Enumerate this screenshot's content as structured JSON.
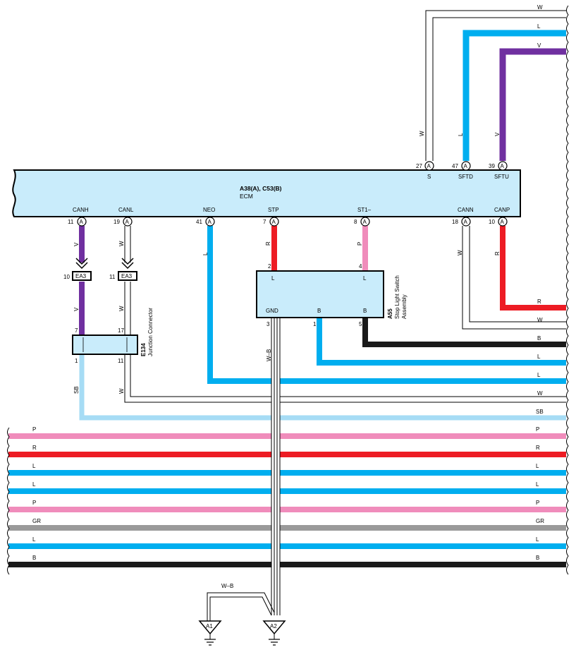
{
  "colors": {
    "V": "#7030a0",
    "L": "#00aeef",
    "R": "#ed1c24",
    "P": "#f08cbb",
    "GR": "#9a9a9a",
    "B": "#1a1a1a",
    "SB": "#a6dcf5",
    "W": "#ffffff",
    "component_fill": "#c9ecfb"
  },
  "ecm": {
    "code": "A38(A), C53(B)",
    "name": "ECM",
    "top_pins": [
      {
        "num": "27",
        "conn": "A",
        "name": "S",
        "wire": "W"
      },
      {
        "num": "47",
        "conn": "A",
        "name": "SFTD",
        "wire": "L"
      },
      {
        "num": "39",
        "conn": "A",
        "name": "SFTU",
        "wire": "V"
      }
    ],
    "bottom_pins": [
      {
        "num": "11",
        "conn": "A",
        "name": "CANH",
        "wire": "V"
      },
      {
        "num": "19",
        "conn": "A",
        "name": "CANL",
        "wire": "W"
      },
      {
        "num": "41",
        "conn": "A",
        "name": "NEO",
        "wire": "L"
      },
      {
        "num": "7",
        "conn": "A",
        "name": "STP",
        "wire": "R"
      },
      {
        "num": "8",
        "conn": "A",
        "name": "ST1–",
        "wire": "P"
      },
      {
        "num": "18",
        "conn": "A",
        "name": "CANN",
        "wire": "W"
      },
      {
        "num": "10",
        "conn": "A",
        "name": "CANP",
        "wire": "R"
      }
    ]
  },
  "ea3": [
    {
      "pin": "10",
      "label": "EA3",
      "wire_below": "V"
    },
    {
      "pin": "11",
      "label": "EA3",
      "wire_below": "W"
    }
  ],
  "e134": {
    "code": "E134",
    "name": "Junction Connector",
    "pins": [
      "7",
      "17",
      "1",
      "11"
    ],
    "wires_below": [
      "SB",
      "W"
    ]
  },
  "a55": {
    "code": "A55",
    "name_line1": "Stop Light Switch",
    "name_line2": "Assembly",
    "pins_in": [
      {
        "num": "2",
        "name": "L"
      },
      {
        "num": "4",
        "name": "L"
      }
    ],
    "pins_out": [
      {
        "num": "3",
        "name": "GND"
      },
      {
        "num": "1",
        "name": "B"
      },
      {
        "num": "5",
        "name": "B"
      }
    ],
    "gnd_wire": "W–B"
  },
  "right_labels_top": [
    "W",
    "L",
    "V"
  ],
  "right_labels_mid": [
    "R",
    "W",
    "B",
    "L",
    "L",
    "W",
    "SB"
  ],
  "bus": [
    {
      "color": "P"
    },
    {
      "color": "R"
    },
    {
      "color": "L"
    },
    {
      "color": "L"
    },
    {
      "color": "P"
    },
    {
      "color": "GR"
    },
    {
      "color": "L"
    },
    {
      "color": "B"
    }
  ],
  "grounds": {
    "wire": "W–B",
    "labels": [
      "A1",
      "A2"
    ]
  }
}
